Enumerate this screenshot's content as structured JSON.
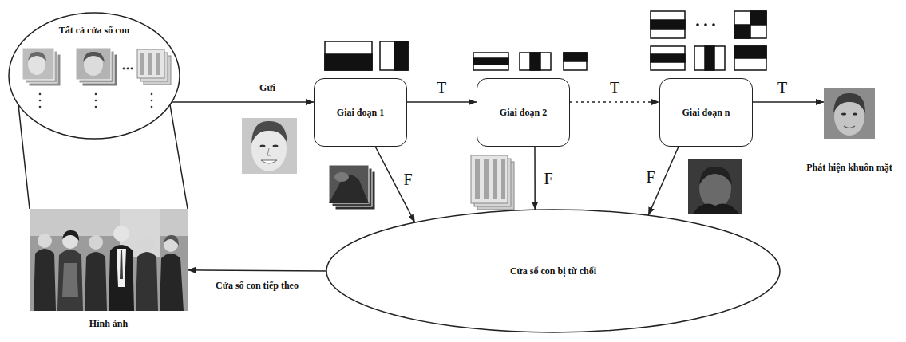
{
  "diagram": {
    "nodes": [
      {
        "text": [
          "Tất cả cửa sổ con"
        ]
      },
      {
        "text": [
          "Giai đoạn 1"
        ]
      },
      {
        "text": [
          "Giai đoạn 2"
        ]
      },
      {
        "text": [
          "Giai đoạn n"
        ]
      },
      {
        "text": [
          "Phát hiện khuôn mặt"
        ]
      },
      {
        "text": [
          "Hình ảnh"
        ]
      },
      {
        "text": [
          "Cửa sổ con bị từ chối"
        ]
      }
    ],
    "edges": [
      {
        "from": 0,
        "to": 1,
        "label": "Gửi",
        "arrow": "to"
      },
      {
        "from": 1,
        "to": 2,
        "label": "T",
        "arrow": "to"
      },
      {
        "from": 2,
        "to": 3,
        "label": "T",
        "arrow": "to"
      },
      {
        "from": 3,
        "to": 4,
        "label": "T",
        "arrow": "to"
      },
      {
        "from": 1,
        "to": 6,
        "label": "F",
        "arrow": "to"
      },
      {
        "from": 2,
        "to": 6,
        "label": "F",
        "arrow": "to"
      },
      {
        "from": 3,
        "to": 6,
        "label": "F",
        "arrow": "to"
      },
      {
        "from": 6,
        "to": 5,
        "label": "Cửa sổ con tiếp theo",
        "arrow": "to"
      },
      {
        "from": 5,
        "to": 0,
        "arrow": "none"
      },
      {
        "from": 5,
        "to": 0,
        "arrow": "none"
      }
    ]
  }
}
